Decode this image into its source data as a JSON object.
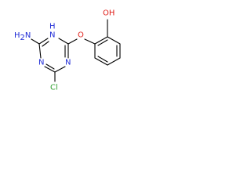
{
  "molecule": {
    "atoms": {
      "nh2": {
        "text": "H2N",
        "main": "H",
        "sub": "2",
        "tail": "N",
        "color": "#1f2bd6"
      },
      "n_top": {
        "text": "N",
        "color": "#1f2bd6"
      },
      "h_top": {
        "text": "H",
        "color": "#1f2bd6"
      },
      "n_right": {
        "text": "N",
        "color": "#1f2bd6"
      },
      "n_bottom": {
        "text": "N",
        "color": "#1f2bd6"
      },
      "o_ether": {
        "text": "O",
        "color": "#e0201b"
      },
      "oh": {
        "text": "OH",
        "color": "#e0201b"
      },
      "cl": {
        "text": "Cl",
        "color": "#2fa02f"
      }
    }
  }
}
